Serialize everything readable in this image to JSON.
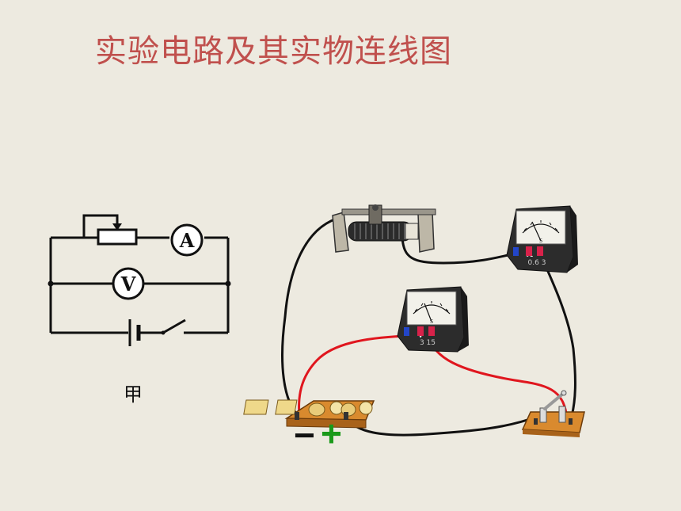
{
  "title": "实验电路及其实物连线图",
  "caption": "甲",
  "schematic": {
    "ammeter_symbol": "A",
    "voltmeter_symbol": "V"
  },
  "apparatus": {
    "ammeter_scale": "0.6 3",
    "voltmeter_scale": "3 15",
    "meter_unit_mark": "S",
    "ammeter_letter": "A",
    "voltmeter_letter": "V",
    "battery_negative": "−",
    "battery_positive": "+"
  },
  "colors": {
    "title": "#C0504D",
    "wire_black": "#111111",
    "wire_red": "#E0161E",
    "positive_sign": "#1A9A1A",
    "wood": "#D98A2E"
  }
}
